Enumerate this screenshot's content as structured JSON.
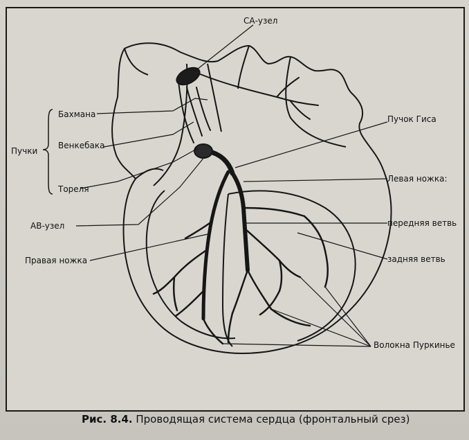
{
  "labels": {
    "sa_node": "СА-узел",
    "bachmann": "Бахмана",
    "wenckebach": "Венкебака",
    "thorel": "Тореля",
    "bundles": "Пучки",
    "av_node": "АВ-узел",
    "right_bundle": "Правая ножка",
    "his_bundle": "Пучок Гиса",
    "left_bundle": "Левая ножка:",
    "anterior_branch": "передняя ветвь",
    "posterior_branch": "задняя ветвь",
    "purkinje": "Волокна Пуркинье"
  },
  "caption": {
    "number": "Рис. 8.4.",
    "text": "Проводящая система сердца (фронтальный срез)"
  },
  "colors": {
    "line": "#161616",
    "node_fill": "#1c1c1c"
  }
}
